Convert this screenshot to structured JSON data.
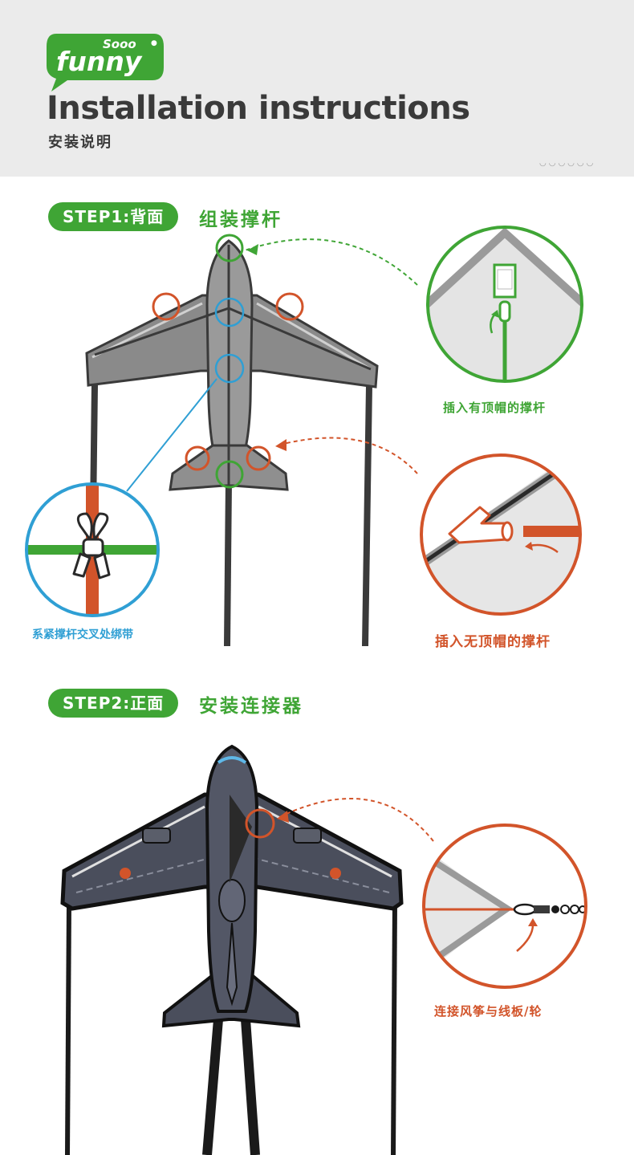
{
  "header": {
    "logo_top": "Sooo",
    "logo_main": "funny",
    "title": "Installation instructions",
    "subtitle": "安装说明",
    "dots": "◡◡◡◡◡◡"
  },
  "step1": {
    "pill": "STEP1:背面",
    "title": "组装撑杆",
    "caption_top_right": "插入有顶帽的撑杆",
    "caption_left": "系紧撑杆交叉处绑带",
    "caption_bottom_right": "插入无顶帽的撑杆"
  },
  "step2": {
    "pill": "STEP2:正面",
    "title": "安装连接器",
    "caption_right": "连接风筝与线板/轮"
  },
  "colors": {
    "green": "#3fa535",
    "orange": "#d2542a",
    "blue": "#2f9fd4",
    "gray_text": "#3a3a3a"
  }
}
